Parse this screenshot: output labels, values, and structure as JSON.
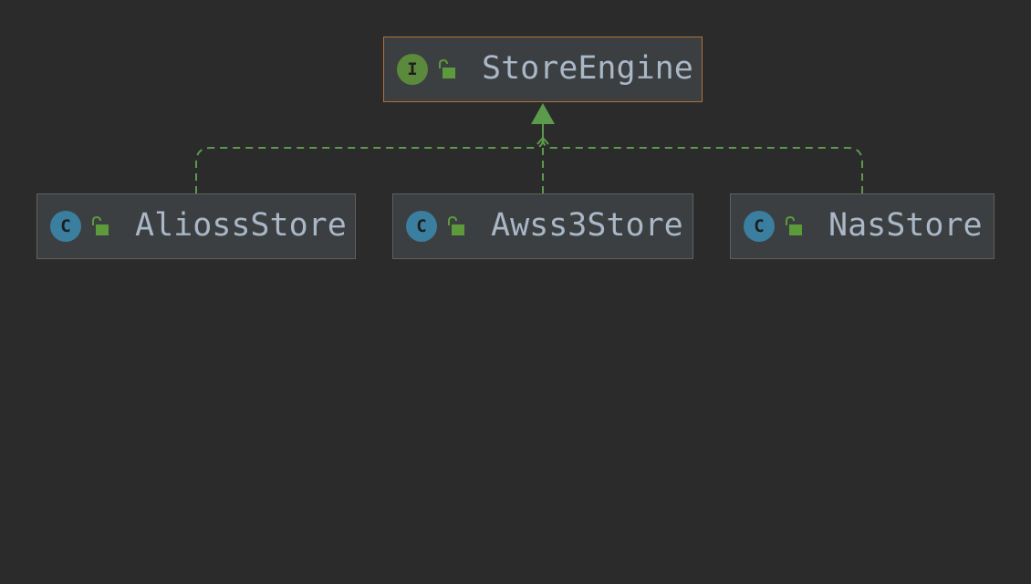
{
  "colors": {
    "background": "#2b2b2b",
    "node_fill": "#3c3f41",
    "node_border": "#5e6060",
    "selected_border": "#b0703a",
    "interface_badge": "#5c8a3c",
    "class_badge": "#3b7fa0",
    "lock": "#5c9a3c",
    "edge": "#5c9a4c",
    "label_text": "#a9b7c6"
  },
  "nodes": {
    "store_engine": {
      "name": "StoreEngine",
      "kind": "interface",
      "badge_letter": "I",
      "icon": "interface-icon",
      "visibility_icon": "public-unlock-icon",
      "selected": true
    },
    "alioss_store": {
      "name": "AliossStore",
      "kind": "class",
      "badge_letter": "C",
      "icon": "class-icon",
      "visibility_icon": "public-unlock-icon"
    },
    "awss3_store": {
      "name": "Awss3Store",
      "kind": "class",
      "badge_letter": "C",
      "icon": "class-icon",
      "visibility_icon": "public-unlock-icon"
    },
    "nas_store": {
      "name": "NasStore",
      "kind": "class",
      "badge_letter": "C",
      "icon": "class-icon",
      "visibility_icon": "public-unlock-icon"
    }
  },
  "edges": [
    {
      "from": "alioss_store",
      "to": "store_engine",
      "relation": "implements"
    },
    {
      "from": "awss3_store",
      "to": "store_engine",
      "relation": "implements"
    },
    {
      "from": "nas_store",
      "to": "store_engine",
      "relation": "implements"
    }
  ]
}
